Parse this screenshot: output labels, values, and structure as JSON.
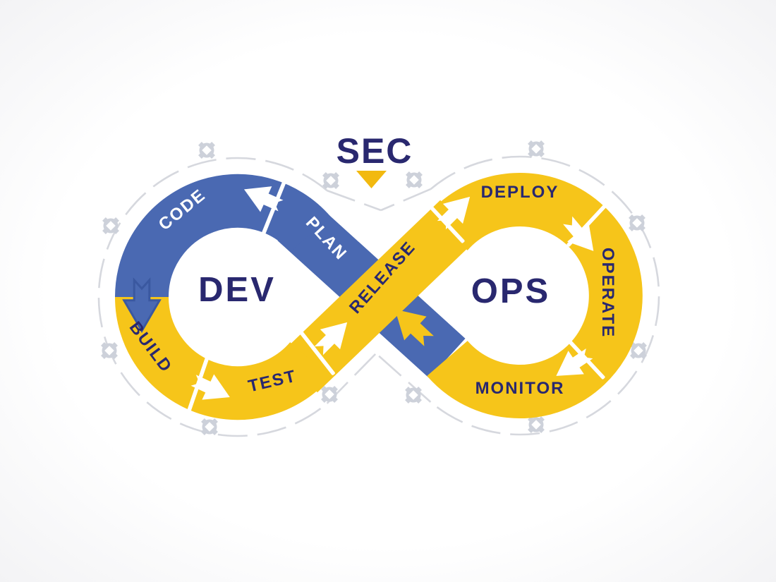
{
  "diagram": {
    "title": "DevSecOps infinity loop",
    "labels": {
      "sec": "SEC",
      "dev": "DEV",
      "ops": "OPS"
    },
    "stages": {
      "plan": "PLAN",
      "code": "CODE",
      "build": "BUILD",
      "test": "TEST",
      "release": "RELEASE",
      "deploy": "DEPLOY",
      "operate": "OPERATE",
      "monitor": "MONITOR"
    },
    "colors": {
      "blue": "#4a69b2",
      "yellow": "#f6c51a",
      "navy": "#29286f",
      "white": "#ffffff",
      "triangle_gold": "#f2b90f",
      "outline_gray": "#d6d8de",
      "gear_gray": "#cdd1da"
    },
    "icons": {
      "marker": "gear-icon",
      "flow": "flow-arrow-icon",
      "sec_pointer": "sec-triangle-icon"
    }
  }
}
